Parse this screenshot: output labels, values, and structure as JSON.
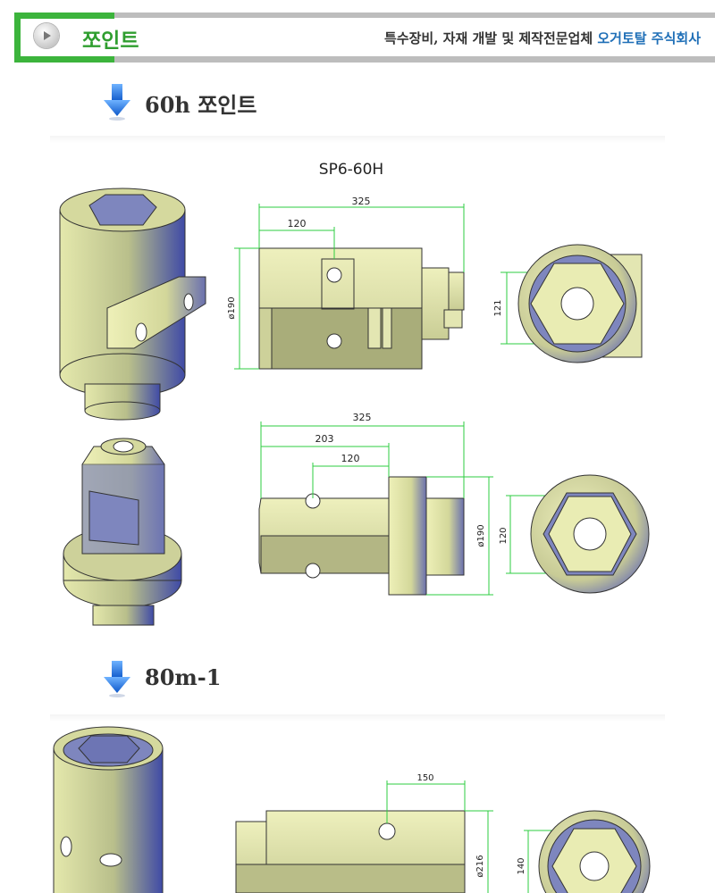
{
  "header": {
    "title": "쪼인트",
    "tagline": "특수장비, 자재 개발 및 제작전문업체 ",
    "company": "오거토탈 주식회사"
  },
  "sections": [
    {
      "title": "60h 쪼인트"
    },
    {
      "title": "80m-1"
    }
  ],
  "drawing1": {
    "model": "SP6-60H",
    "top": {
      "overall": "325",
      "slot": "120",
      "dia": "ø190",
      "hex": "121"
    },
    "bottom": {
      "overall": "325",
      "shank": "203",
      "slot": "120",
      "dia": "ø190",
      "hex": "120"
    }
  },
  "drawing2": {
    "top": {
      "slot": "150",
      "dia": "ø216",
      "hex": "140"
    }
  },
  "colors": {
    "brand_green": "#3cb43c",
    "company_blue": "#1f6fb7",
    "dimension_green": "#2ecc40",
    "part_yellow": "#e9ecb3",
    "part_blue": "#5b66b8"
  }
}
